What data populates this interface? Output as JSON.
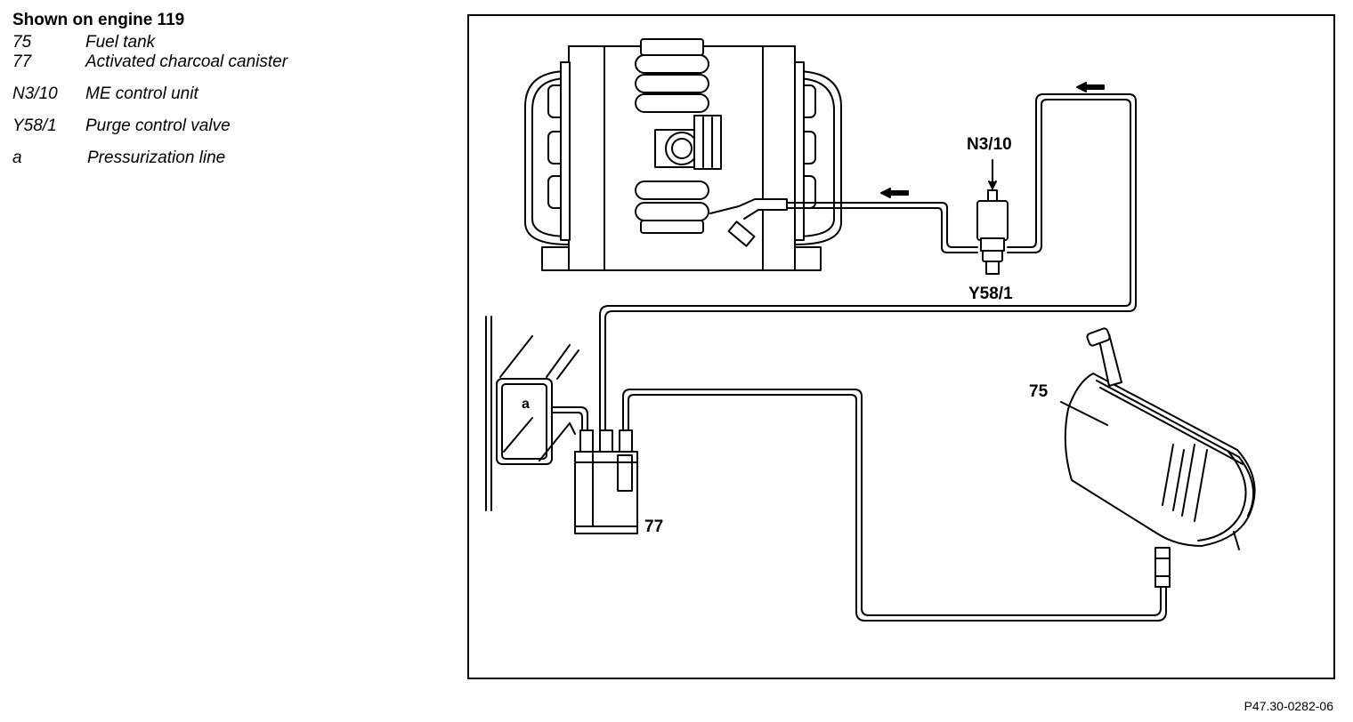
{
  "legend": {
    "title": "Shown on engine 119",
    "items": [
      {
        "code": "75",
        "description": "Fuel tank"
      },
      {
        "code": "77",
        "description": "Activated charcoal canister"
      },
      {
        "code": "N3/10",
        "description": "ME control unit"
      },
      {
        "code": "Y58/1",
        "description": "Purge control valve"
      },
      {
        "code": "a",
        "description": "Pressurization line"
      }
    ]
  },
  "diagram": {
    "labels": {
      "n3_10": "N3/10",
      "y58_1": "Y58/1",
      "fuel_tank": "75",
      "canister": "77",
      "pressurization": "a"
    }
  },
  "figure_ref": "P47.30-0282-06"
}
